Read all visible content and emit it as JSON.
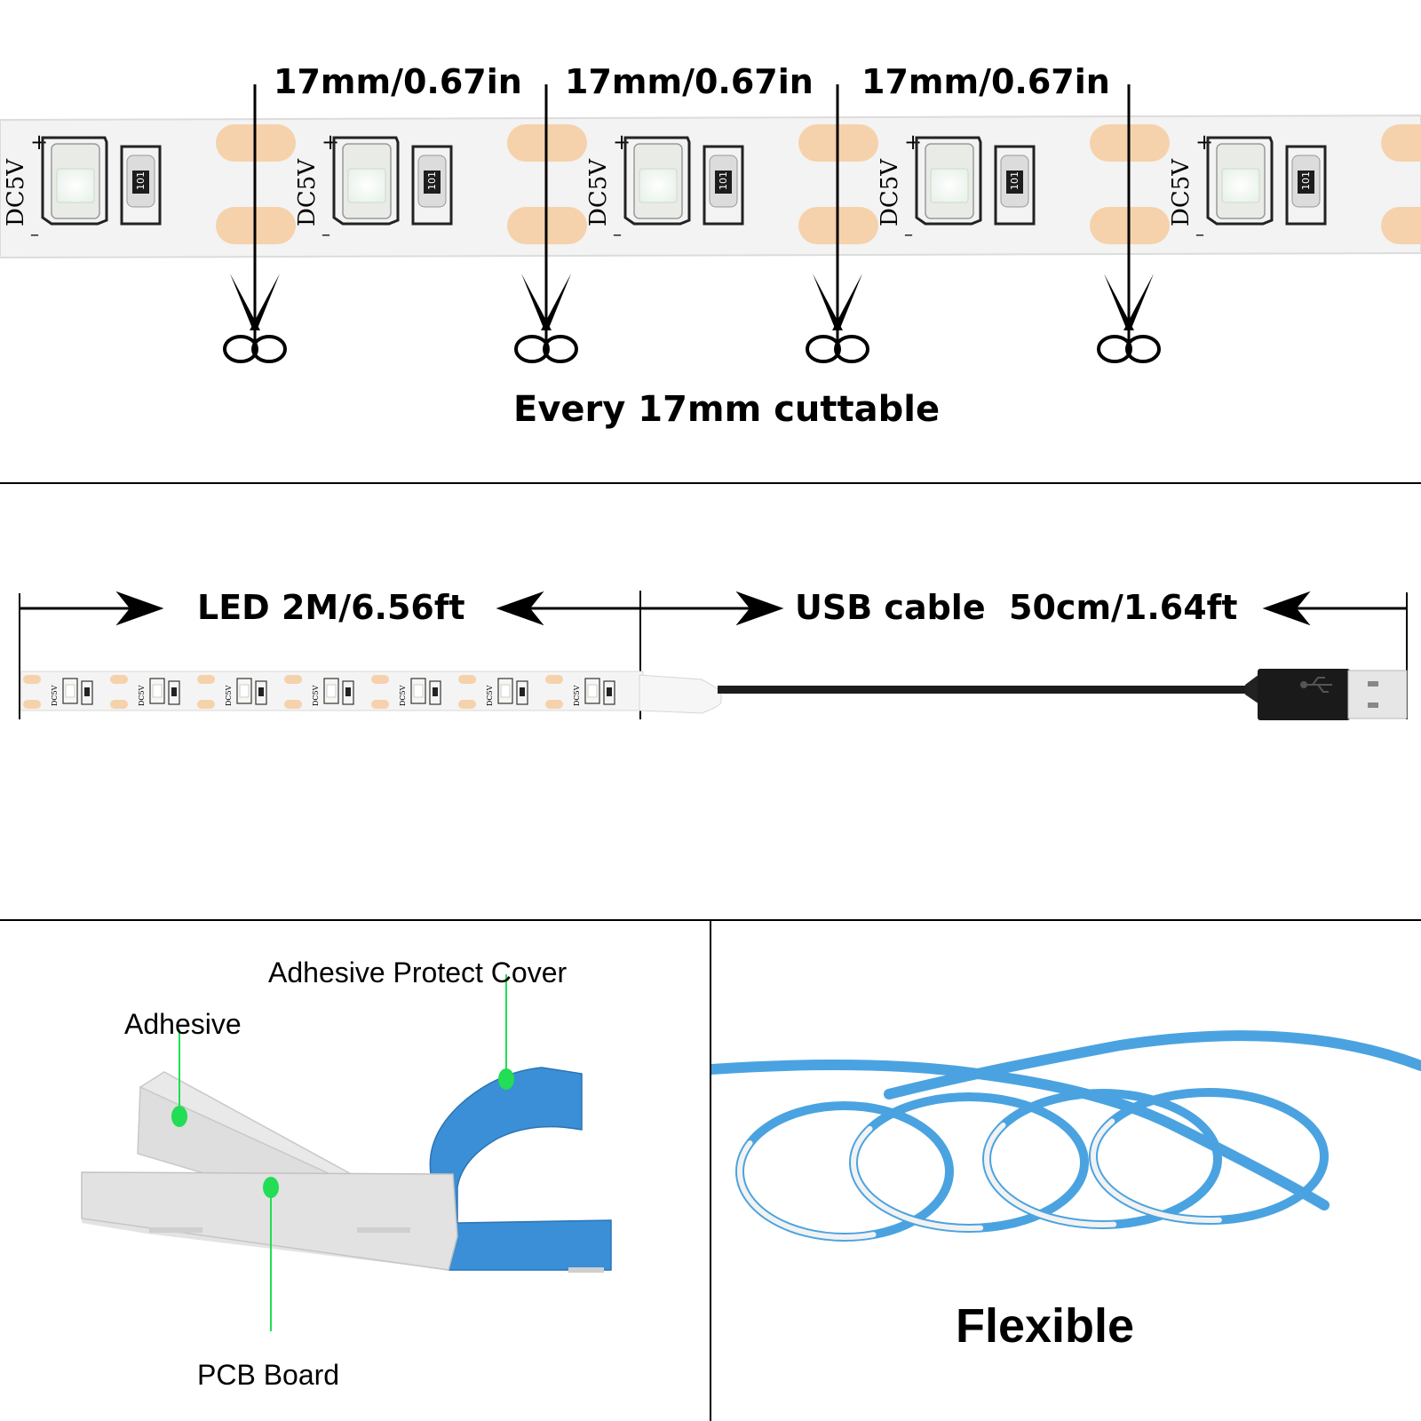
{
  "top": {
    "segment_labels": [
      "17mm/0.67in",
      "17mm/0.67in",
      "17mm/0.67in"
    ],
    "cut_caption": "Every 17mm cuttable",
    "pcb_voltage": "DC5V",
    "resistor_code": "101",
    "plus": "+",
    "minus": "–"
  },
  "middle": {
    "led_length": "LED 2M/6.56ft",
    "usb_length": "USB cable  50cm/1.64ft"
  },
  "bottom_left": {
    "cover_label": "Adhesive Protect Cover",
    "adhesive_label": "Adhesive",
    "pcb_label": "PCB Board"
  },
  "bottom_right": {
    "caption": "Flexible"
  },
  "colors": {
    "pad": "#f5d2ab",
    "strip": "#f4f4f4",
    "marker": "#22dd55",
    "cover": "#3a8fd6",
    "flex_strip": "#4aa3e0"
  },
  "icons": [
    "scissors-icon",
    "usb-plug-icon",
    "usb-symbol-icon"
  ]
}
